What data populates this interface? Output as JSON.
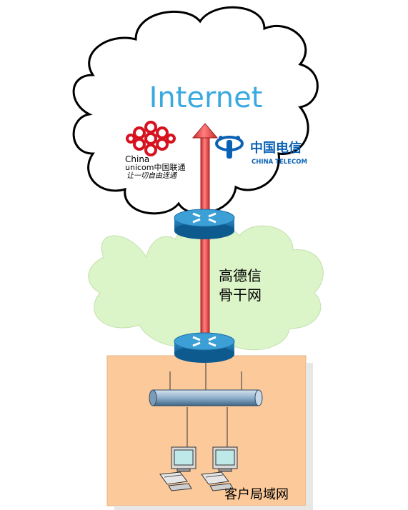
{
  "internet": {
    "label": "Internet"
  },
  "unicom": {
    "brand_cn": "China",
    "brand_line2": "unicom中国联通",
    "slogan": "让一切自由连通",
    "color": "#d7121f"
  },
  "telecom": {
    "brand_cn": "中国电信",
    "brand_en": "CHINA TELECOM",
    "color": "#0b62b5"
  },
  "backbone": {
    "line1": "高德信",
    "line2": "骨干网"
  },
  "lan": {
    "label": "客户局域网"
  },
  "colors": {
    "internet_text": "#3aa9df",
    "backbone_cloud": "#dcf5c8",
    "lan_area": "#fcc99b",
    "arrow": "#ee5555",
    "router": "#2b8cc4"
  }
}
